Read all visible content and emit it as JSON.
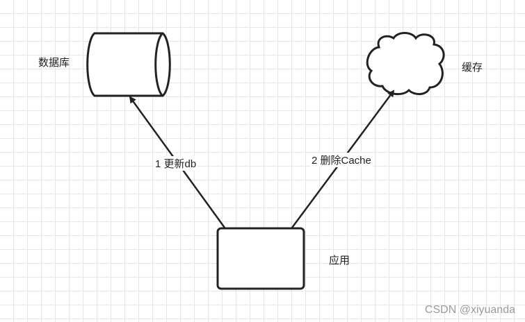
{
  "nodes": {
    "database": {
      "label": "数据库",
      "icon": "cylinder-database"
    },
    "cache": {
      "label": "缓存",
      "icon": "cloud-cache"
    },
    "app": {
      "label": "应用",
      "icon": "rectangle-app"
    }
  },
  "edges": [
    {
      "from": "app",
      "to": "database",
      "label": "1 更新db"
    },
    {
      "from": "app",
      "to": "cache",
      "label": "2 删除Cache"
    }
  ],
  "watermark": "CSDN @xiyuanda",
  "colors": {
    "stroke": "#222222",
    "fill": "#ffffff",
    "grid": "#e6e6e6",
    "watermark": "#9a9a9a"
  }
}
